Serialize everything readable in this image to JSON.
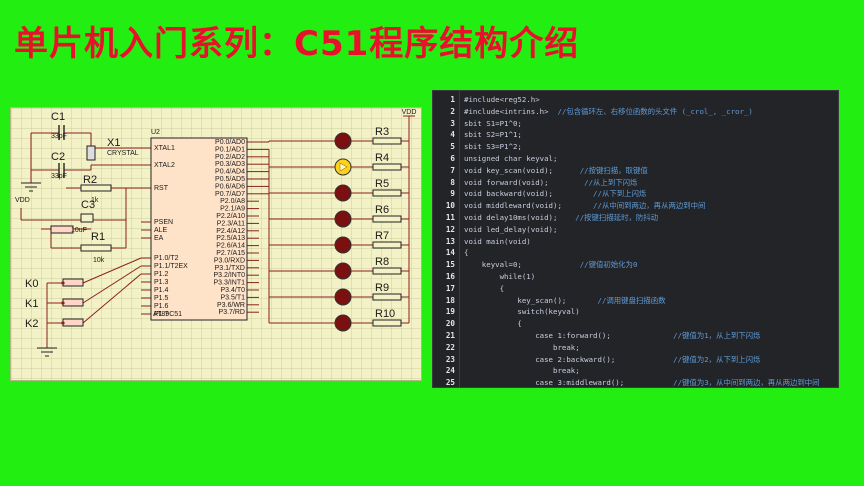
{
  "page_title": "单片机入门系列：C51程序结构介绍",
  "schematic": {
    "components": {
      "c1": "C1",
      "c1_value": "33pF",
      "c2": "C2",
      "c2_value": "33pF",
      "x1": "X1",
      "x1_value": "CRYSTAL",
      "r2": "R2",
      "r2_value": "1k",
      "c3": "C3",
      "c3_value": "10uF",
      "r1": "R1",
      "r1_value": "10k",
      "u2": "U2",
      "u2_part": "AT89C51",
      "vdd": "VDD"
    },
    "buttons": [
      "K0",
      "K1",
      "K2"
    ],
    "mcu_left_pins": [
      "XTAL1",
      "XTAL2",
      "RST",
      "PSEN",
      "ALE",
      "EA",
      "P1.0/T2",
      "P1.1/T2EX",
      "P1.2",
      "P1.3",
      "P1.4",
      "P1.5",
      "P1.6",
      "P1.7"
    ],
    "mcu_right_pins": [
      "P0.0/AD0",
      "P0.1/AD1",
      "P0.2/AD2",
      "P0.3/AD3",
      "P0.4/AD4",
      "P0.5/AD5",
      "P0.6/AD6",
      "P0.7/AD7",
      "P2.0/A8",
      "P2.1/A9",
      "P2.2/A10",
      "P2.3/A11",
      "P2.4/A12",
      "P2.5/A13",
      "P2.6/A14",
      "P2.7/A15",
      "P3.0/RXD",
      "P3.1/TXD",
      "P3.2/INT0",
      "P3.3/INT1",
      "P3.4/T0",
      "P3.5/T1",
      "P3.6/WR",
      "P3.7/RD"
    ],
    "resistors": [
      "R3",
      "R4",
      "R5",
      "R6",
      "R7",
      "R8",
      "R9",
      "R10"
    ],
    "lit_led_index": 1,
    "colors": {
      "wire": "#8a1f1f",
      "led_off": "#7a1010",
      "led_on": "#ffd21a",
      "chip": "#ffe3c8"
    }
  },
  "code": {
    "lines": [
      {
        "n": "1",
        "code": "#include<reg52.h>",
        "comment": ""
      },
      {
        "n": "2",
        "code": "#include<intrins.h>  ",
        "comment": "//包含循环左、右移位函数的头文件 (_crol_, _cror_)"
      },
      {
        "n": "3",
        "code": "sbit S1=P1^0;",
        "comment": ""
      },
      {
        "n": "4",
        "code": "sbit S2=P1^1;",
        "comment": ""
      },
      {
        "n": "5",
        "code": "sbit S3=P1^2;",
        "comment": ""
      },
      {
        "n": "6",
        "code": "unsigned char keyval;",
        "comment": ""
      },
      {
        "n": "7",
        "code": "void key_scan(void);      ",
        "comment": "//按键扫描，取键值"
      },
      {
        "n": "8",
        "code": "void forward(void);        ",
        "comment": "//从上到下闪烁"
      },
      {
        "n": "9",
        "code": "void backward(void);         ",
        "comment": "//从下到上闪烁"
      },
      {
        "n": "10",
        "code": "void middleward(void);       ",
        "comment": "//从中间到两边，再从两边到中间"
      },
      {
        "n": "11",
        "code": "void delay10ms(void);    ",
        "comment": "//按键扫描延时，防抖动"
      },
      {
        "n": "12",
        "code": "void led_delay(void);",
        "comment": ""
      },
      {
        "n": "13",
        "code": "void main(void)",
        "comment": ""
      },
      {
        "n": "14",
        "code": "{",
        "comment": ""
      },
      {
        "n": "15",
        "code": "    keyval=0;             ",
        "comment": "//键值初始化为0"
      },
      {
        "n": "16",
        "code": "        while(1)",
        "comment": ""
      },
      {
        "n": "17",
        "code": "        {",
        "comment": ""
      },
      {
        "n": "18",
        "code": "            key_scan();       ",
        "comment": "//调用键盘扫描函数"
      },
      {
        "n": "19",
        "code": "            switch(keyval)",
        "comment": ""
      },
      {
        "n": "20",
        "code": "            {",
        "comment": ""
      },
      {
        "n": "21",
        "code": "                case 1:forward();              ",
        "comment": "//键值为1，从上到下闪烁"
      },
      {
        "n": "22",
        "code": "                    break;",
        "comment": ""
      },
      {
        "n": "23",
        "code": "                case 2:backward();             ",
        "comment": "//键值为2，从下到上闪烁"
      },
      {
        "n": "24",
        "code": "                    break;",
        "comment": ""
      },
      {
        "n": "25",
        "code": "                case 3:middleward();           ",
        "comment": "//键值为3，从中间到两边，再从两边到中间"
      }
    ]
  }
}
